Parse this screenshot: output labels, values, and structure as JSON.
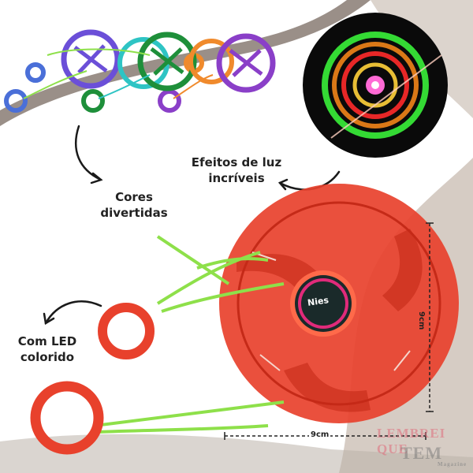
{
  "captions": {
    "colors": "Cores\ndivertidas",
    "lights": "Efeitos de luz\nincríveis",
    "led": "Com LED\ncolorido"
  },
  "dimensions": {
    "height_label": "9cm",
    "width_label": "9cm"
  },
  "product": {
    "disc_label": "Nies"
  },
  "watermark": {
    "line1": "LEMBREI QUE",
    "line2": "TEM",
    "line3": "Magazine"
  },
  "palette": {
    "background_blob": "#d6ccc4",
    "swoosh": "#9a8f88",
    "disc_red": "#e8412c",
    "string_green": "#8ee04a",
    "arrow": "#1a1a1a"
  },
  "variant_colors": [
    "#6b4fd8",
    "#2ec4c4",
    "#1e8f3a",
    "#f08a2c",
    "#8a3fc8"
  ]
}
